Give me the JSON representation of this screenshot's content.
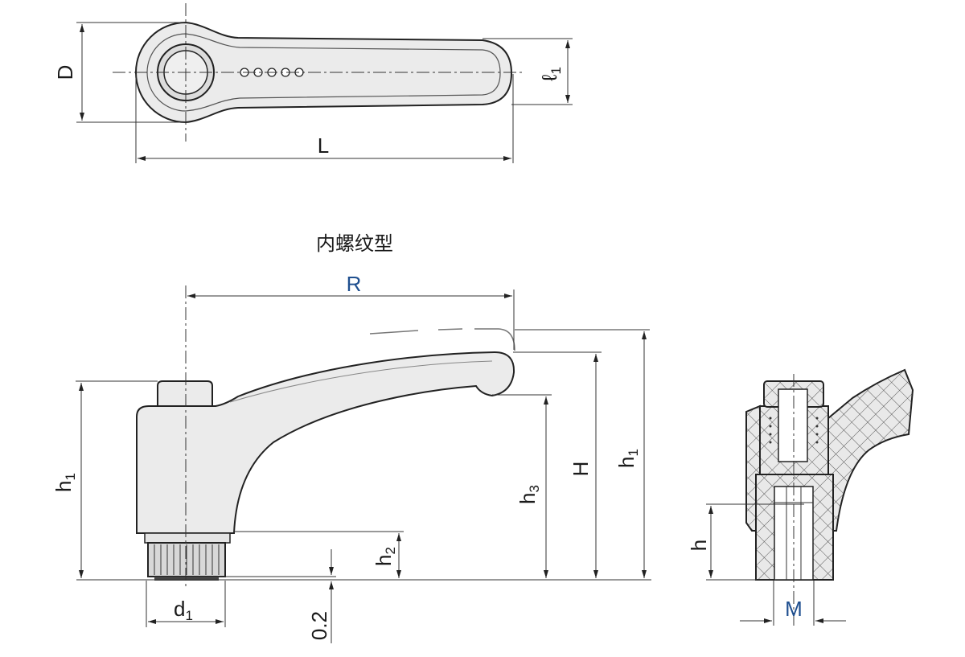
{
  "section_title": "内螺纹型",
  "dimensions": {
    "D": "D",
    "L": "L",
    "l1": {
      "main": "ℓ",
      "sub": "1"
    },
    "R": "R",
    "h1_left": {
      "main": "h",
      "sub": "1"
    },
    "h1_right": {
      "main": "h",
      "sub": "1"
    },
    "H": "H",
    "h2": {
      "main": "h",
      "sub": "2"
    },
    "h3": {
      "main": "h",
      "sub": "3"
    },
    "d1": {
      "main": "d",
      "sub": "1"
    },
    "offset": "0.2",
    "h": "h",
    "M": "M"
  },
  "colors": {
    "line": "#222222",
    "part_fill": "#ebebeb",
    "label_blue": "#1f4f8f"
  }
}
